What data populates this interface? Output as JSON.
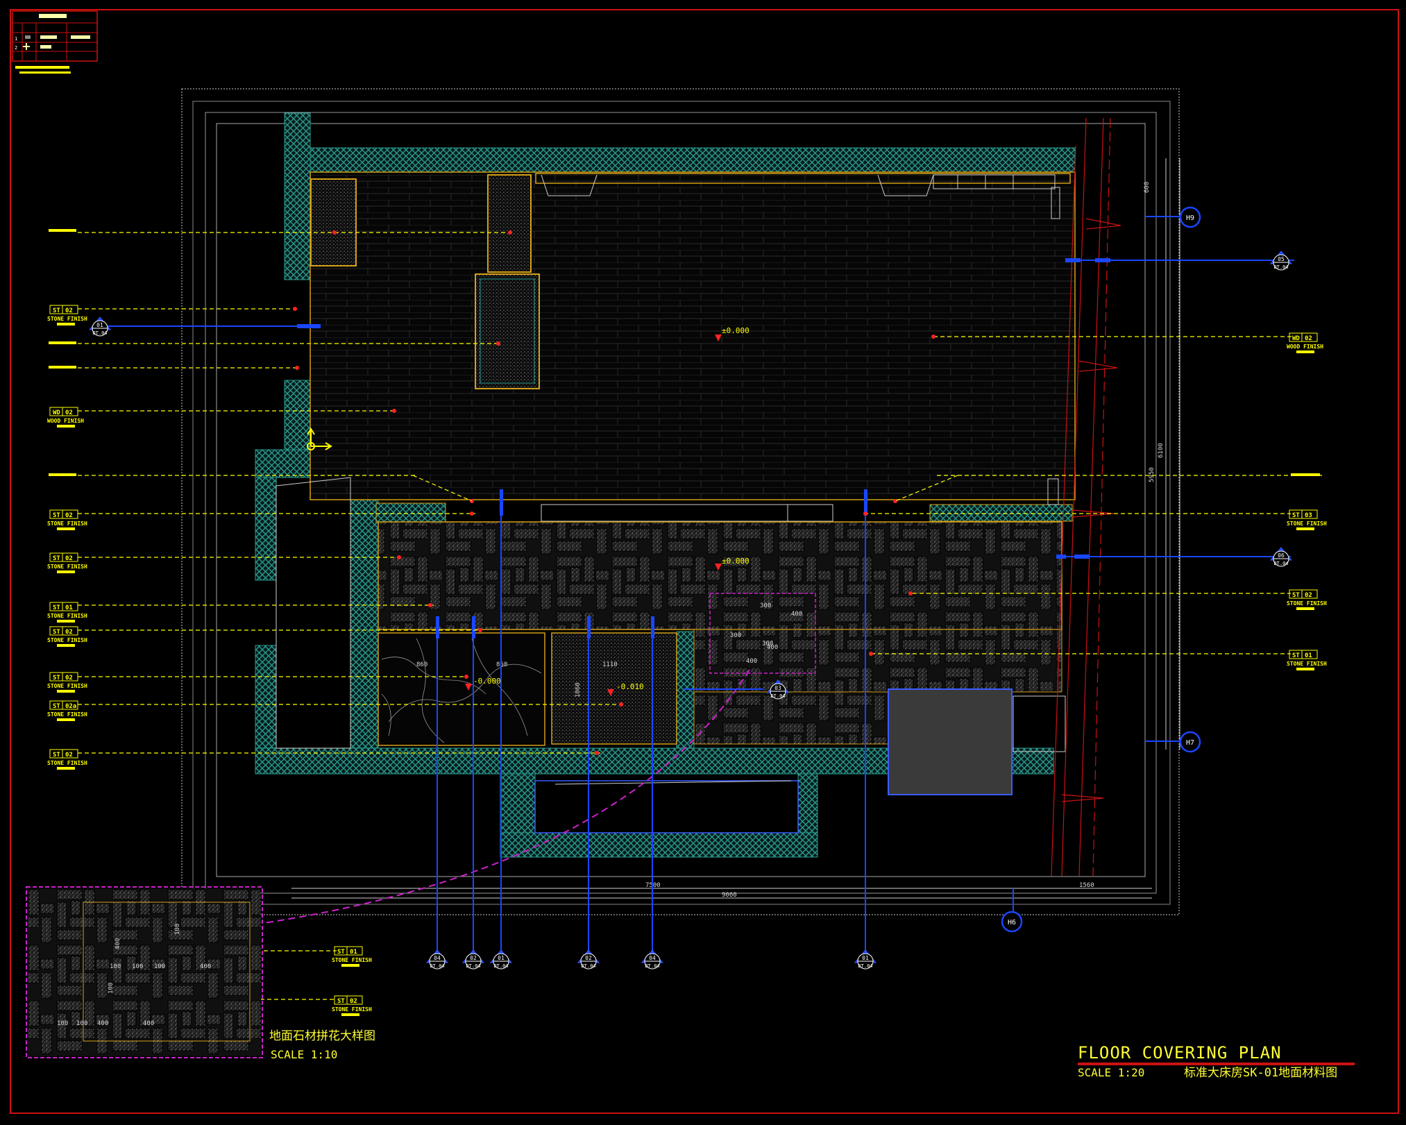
{
  "title": "FLOOR COVERING PLAN",
  "scale": "SCALE 1:20",
  "subtitle_cn": "标准大床房SK-01地面材料图",
  "detail_title": "地面石材拼花大样图",
  "detail_scale": "SCALE 1:10",
  "levels": [
    "±0.000",
    "±0.000",
    "-0.000",
    "-0.010"
  ],
  "dimensions": {
    "bottom_1": "7500",
    "bottom_2": "1560",
    "bottom_total": "9060",
    "right_1": "600",
    "right_2": "6100",
    "right_3": "5950",
    "bath_1": "860",
    "bath_2": "860",
    "bath_3": "1110",
    "bath_4": "1060",
    "pattern_1": "300",
    "pattern_2": "400",
    "pattern_3": "300",
    "pattern_4": "300",
    "pattern_5": "400",
    "pattern_6": "400",
    "detail_1": "400",
    "detail_2": "100",
    "detail_3": "100",
    "detail_4": "100",
    "detail_5": "100",
    "detail_6": "400",
    "detail_7": "100",
    "detail_8": "100",
    "detail_9": "100",
    "detail_10": "400",
    "detail_11": "400"
  },
  "grid_bubbles": [
    "H9",
    "H7",
    "H6"
  ],
  "section_markers": [
    {
      "num": "01",
      "ref": "DT.04"
    },
    {
      "num": "05",
      "ref": "DT.04"
    },
    {
      "num": "06",
      "ref": "DT.04"
    },
    {
      "num": "03",
      "ref": "DT.04"
    },
    {
      "num": "04",
      "ref": "DT.04"
    },
    {
      "num": "02",
      "ref": "DT.04"
    },
    {
      "num": "01",
      "ref": "DT.04"
    },
    {
      "num": "02",
      "ref": "DT.04"
    },
    {
      "num": "04",
      "ref": "DT.04"
    },
    {
      "num": "01",
      "ref": "DT.04"
    }
  ],
  "left_tags": [
    {
      "code": "ST",
      "num": "02",
      "name": "STONE FINISH"
    },
    {
      "code": "WD",
      "num": "02",
      "name": "WOOD FINISH"
    },
    {
      "code": "ST",
      "num": "02",
      "name": "STONE FINISH"
    },
    {
      "code": "ST",
      "num": "02",
      "name": "STONE FINISH"
    },
    {
      "code": "ST",
      "num": "01",
      "name": "STONE FINISH"
    },
    {
      "code": "ST",
      "num": "02",
      "name": "STONE FINISH"
    },
    {
      "code": "ST",
      "num": "02",
      "name": "STONE FINISH"
    },
    {
      "code": "ST",
      "num": "02a",
      "name": "STONE FINISH"
    },
    {
      "code": "ST",
      "num": "02",
      "name": "STONE FINISH"
    }
  ],
  "right_tags": [
    {
      "code": "WD",
      "num": "02",
      "name": "WOOD FINISH"
    },
    {
      "code": "ST",
      "num": "03",
      "name": "STONE FINISH"
    },
    {
      "code": "ST",
      "num": "02",
      "name": "STONE FINISH"
    },
    {
      "code": "ST",
      "num": "01",
      "name": "STONE FINISH"
    }
  ],
  "detail_tags": [
    {
      "code": "ST",
      "num": "01",
      "name": "STONE FINISH"
    },
    {
      "code": "ST",
      "num": "02",
      "name": "STONE FINISH"
    }
  ],
  "legend": {
    "rows": [
      "1",
      "2"
    ]
  },
  "colors": {
    "border": "#cc1111",
    "wall_hatch": "#2a9a8e",
    "blue_line": "#1a46ff",
    "leader": "#ffff00",
    "magenta": "#cc22cc",
    "orange_outline": "#d4a017"
  }
}
